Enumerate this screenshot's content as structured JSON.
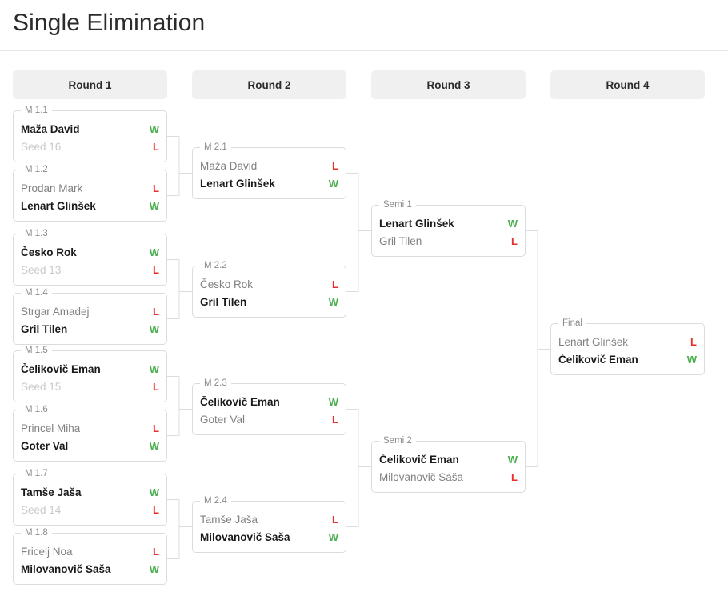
{
  "page": {
    "title": "Single Elimination"
  },
  "colors": {
    "win": "#4caf50",
    "loss": "#e8302a",
    "winner_text": "#1a1a1a",
    "loser_text": "#808080",
    "seed_text": "#c9c9c9",
    "header_bg": "#f0f0f0",
    "box_border": "#dcdcdc"
  },
  "rounds": [
    {
      "label": "Round 1"
    },
    {
      "label": "Round 2"
    },
    {
      "label": "Round 3"
    },
    {
      "label": "Round 4"
    }
  ],
  "matches": {
    "r1": [
      {
        "legend": "M 1.1",
        "top": {
          "name": "Maža David",
          "result": "W",
          "style": "winner"
        },
        "bottom": {
          "name": "Seed 16",
          "result": "L",
          "style": "seed"
        }
      },
      {
        "legend": "M 1.2",
        "top": {
          "name": "Prodan Mark",
          "result": "L",
          "style": "loser"
        },
        "bottom": {
          "name": "Lenart Glinšek",
          "result": "W",
          "style": "winner"
        }
      },
      {
        "legend": "M 1.3",
        "top": {
          "name": "Česko Rok",
          "result": "W",
          "style": "winner"
        },
        "bottom": {
          "name": "Seed 13",
          "result": "L",
          "style": "seed"
        }
      },
      {
        "legend": "M 1.4",
        "top": {
          "name": "Strgar Amadej",
          "result": "L",
          "style": "loser"
        },
        "bottom": {
          "name": "Gril Tilen",
          "result": "W",
          "style": "winner"
        }
      },
      {
        "legend": "M 1.5",
        "top": {
          "name": "Čelikovič Eman",
          "result": "W",
          "style": "winner"
        },
        "bottom": {
          "name": "Seed 15",
          "result": "L",
          "style": "seed"
        }
      },
      {
        "legend": "M 1.6",
        "top": {
          "name": "Princel Miha",
          "result": "L",
          "style": "loser"
        },
        "bottom": {
          "name": "Goter Val",
          "result": "W",
          "style": "winner"
        }
      },
      {
        "legend": "M 1.7",
        "top": {
          "name": "Tamše Jaša",
          "result": "W",
          "style": "winner"
        },
        "bottom": {
          "name": "Seed 14",
          "result": "L",
          "style": "seed"
        }
      },
      {
        "legend": "M 1.8",
        "top": {
          "name": "Fricelj Noa",
          "result": "L",
          "style": "loser"
        },
        "bottom": {
          "name": "Milovanovič Saša",
          "result": "W",
          "style": "winner"
        }
      }
    ],
    "r2": [
      {
        "legend": "M 2.1",
        "top": {
          "name": "Maža David",
          "result": "L",
          "style": "loser"
        },
        "bottom": {
          "name": "Lenart Glinšek",
          "result": "W",
          "style": "winner"
        }
      },
      {
        "legend": "M 2.2",
        "top": {
          "name": "Česko Rok",
          "result": "L",
          "style": "loser"
        },
        "bottom": {
          "name": "Gril Tilen",
          "result": "W",
          "style": "winner"
        }
      },
      {
        "legend": "M 2.3",
        "top": {
          "name": "Čelikovič Eman",
          "result": "W",
          "style": "winner"
        },
        "bottom": {
          "name": "Goter Val",
          "result": "L",
          "style": "loser"
        }
      },
      {
        "legend": "M 2.4",
        "top": {
          "name": "Tamše Jaša",
          "result": "L",
          "style": "loser"
        },
        "bottom": {
          "name": "Milovanovič Saša",
          "result": "W",
          "style": "winner"
        }
      }
    ],
    "r3": [
      {
        "legend": "Semi 1",
        "top": {
          "name": "Lenart Glinšek",
          "result": "W",
          "style": "winner"
        },
        "bottom": {
          "name": "Gril Tilen",
          "result": "L",
          "style": "loser"
        }
      },
      {
        "legend": "Semi 2",
        "top": {
          "name": "Čelikovič Eman",
          "result": "W",
          "style": "winner"
        },
        "bottom": {
          "name": "Milovanovič Saša",
          "result": "L",
          "style": "loser"
        }
      }
    ],
    "r4": [
      {
        "legend": "Final",
        "top": {
          "name": "Lenart Glinšek",
          "result": "L",
          "style": "loser"
        },
        "bottom": {
          "name": "Čelikovič Eman",
          "result": "W",
          "style": "winner"
        }
      }
    ]
  }
}
